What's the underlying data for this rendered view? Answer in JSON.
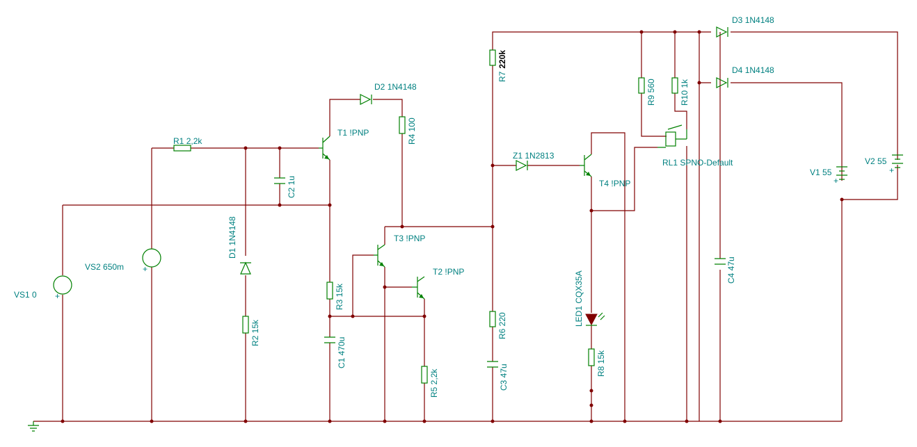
{
  "schematic": {
    "components": {
      "vs1": {
        "name": "VS1",
        "value": "0"
      },
      "vs2": {
        "name": "VS2",
        "value": "650m"
      },
      "r1": {
        "name": "R1",
        "value": "2,2k"
      },
      "d1": {
        "name": "D1",
        "value": "1N4148"
      },
      "r2": {
        "name": "R2",
        "value": "15k"
      },
      "c2": {
        "name": "C2",
        "value": "1u"
      },
      "t1": {
        "name": "T1",
        "value": "!PNP"
      },
      "d2": {
        "name": "D2",
        "value": "1N4148"
      },
      "r4": {
        "name": "R4",
        "value": "100"
      },
      "r3": {
        "name": "R3",
        "value": "15k"
      },
      "c1": {
        "name": "C1",
        "value": "470u"
      },
      "t3": {
        "name": "T3",
        "value": "!PNP"
      },
      "t2": {
        "name": "T2",
        "value": "!PNP"
      },
      "r5": {
        "name": "R5",
        "value": "2,2k"
      },
      "r7": {
        "name": "R7",
        "value": "220k"
      },
      "r6": {
        "name": "R6",
        "value": "220"
      },
      "c3": {
        "name": "C3",
        "value": "47u"
      },
      "z1": {
        "name": "Z1",
        "value": "1N2813"
      },
      "t4": {
        "name": "T4",
        "value": "!PNP"
      },
      "led1": {
        "name": "LED1",
        "value": "CQX35A"
      },
      "r8": {
        "name": "R8",
        "value": "15k"
      },
      "r9": {
        "name": "R9",
        "value": "560"
      },
      "r10": {
        "name": "R10",
        "value": "1k"
      },
      "rl1": {
        "name": "RL1",
        "value": "SPNO-Default"
      },
      "c4": {
        "name": "C4",
        "value": "47u"
      },
      "d3": {
        "name": "D3",
        "value": "1N4148"
      },
      "d4": {
        "name": "D4",
        "value": "1N4148"
      },
      "v1": {
        "name": "V1",
        "value": "55"
      },
      "v2": {
        "name": "V2",
        "value": "55"
      }
    },
    "symbols": {
      "plus": "+"
    },
    "colors": {
      "wire": "#800000",
      "component": "#008000",
      "label": "#008080"
    }
  }
}
